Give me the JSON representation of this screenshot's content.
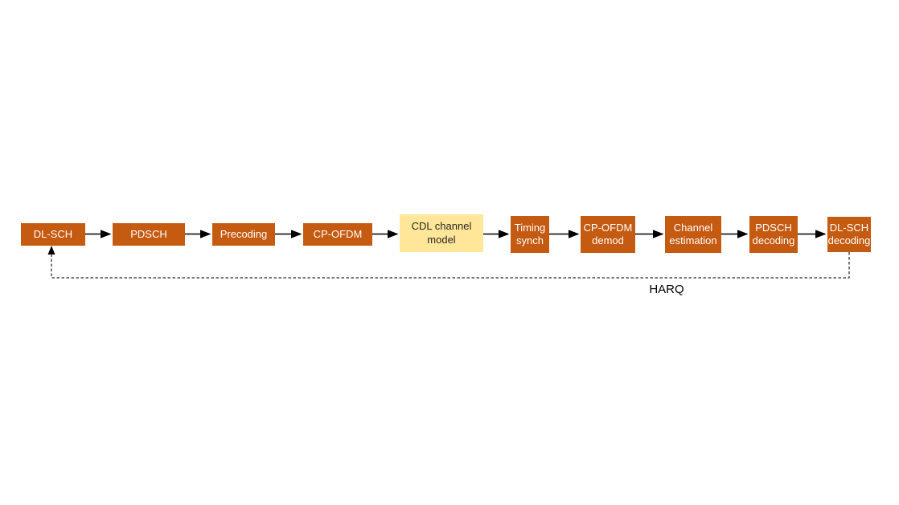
{
  "diagram": {
    "blocks": [
      {
        "label": "DL-SCH",
        "highlight": false
      },
      {
        "label": "PDSCH",
        "highlight": false
      },
      {
        "label": "Precoding",
        "highlight": false
      },
      {
        "label": "CP-OFDM",
        "highlight": false
      },
      {
        "label": "CDL channel\nmodel",
        "highlight": true
      },
      {
        "label": "Timing\nsynch",
        "highlight": false
      },
      {
        "label": "CP-OFDM\ndemod",
        "highlight": false
      },
      {
        "label": "Channel\nestimation",
        "highlight": false
      },
      {
        "label": "PDSCH\ndecoding",
        "highlight": false
      },
      {
        "label": "DL-SCH\ndecoding",
        "highlight": false
      }
    ],
    "feedback_label": "HARQ"
  },
  "colors": {
    "background": "#FFFFFF",
    "block-fill": "#C55A11",
    "block-text": "#FFFFFF",
    "highlight-fill": "#FFE699",
    "highlight-text": "#262626",
    "arrow": "#000000",
    "feedback-line": "#4D4D4D"
  }
}
